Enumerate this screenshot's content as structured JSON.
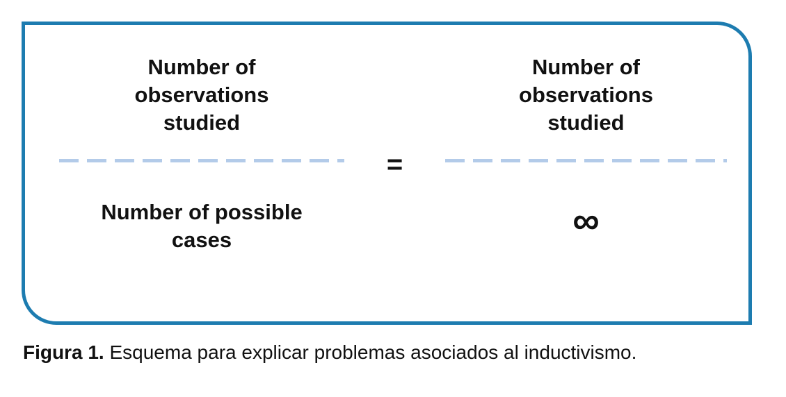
{
  "diagram": {
    "equals_sign": "=",
    "left_fraction": {
      "numerator": "Number of\nobservations\nstudied",
      "denominator": "Number of possible\ncases"
    },
    "right_fraction": {
      "numerator": "Number of\nobservations\nstudied",
      "denominator": "∞"
    },
    "colors": {
      "border": "#1d7cb0",
      "dash": "#b3cbe9",
      "text": "#111111"
    }
  },
  "caption": {
    "label": "Figura 1.",
    "text": "Esquema para explicar problemas asociados al inductivismo."
  }
}
